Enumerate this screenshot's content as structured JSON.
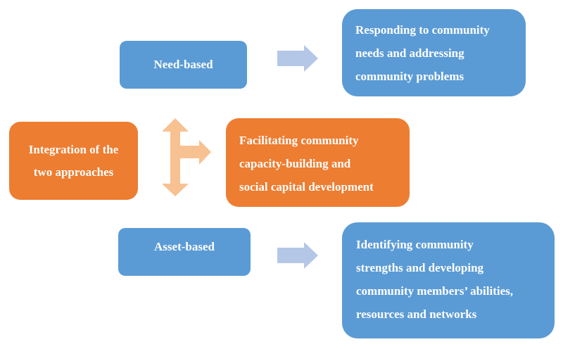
{
  "diagram": {
    "need_based": {
      "label": "Need-based"
    },
    "need_outcome": {
      "lines": [
        "Responding to community",
        "needs and addressing",
        "community problems"
      ]
    },
    "integration": {
      "lines": [
        "Integration of the",
        "two approaches"
      ]
    },
    "integration_outcome": {
      "lines": [
        "Facilitating community",
        "capacity-building and",
        "social capital development"
      ]
    },
    "asset_based": {
      "label": "Asset-based"
    },
    "asset_outcome": {
      "lines": [
        "Identifying community",
        "strengths and developing",
        "community members’ abilities,",
        "resources and networks"
      ]
    },
    "colors": {
      "blue": "#5b9bd5",
      "orange": "#ed7d31",
      "light_blue_arrow": "#b4c7e7",
      "light_orange_arrow": "#f8c191"
    }
  }
}
